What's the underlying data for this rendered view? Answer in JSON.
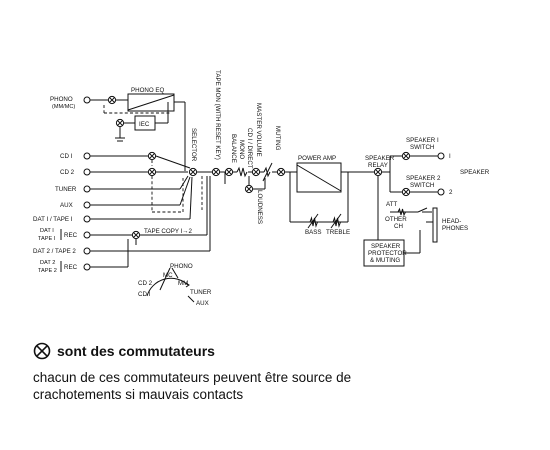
{
  "diagram": {
    "inputs": {
      "phono": "PHONO",
      "phono_sub": "(MM/MC)",
      "cd1": "CD I",
      "cd2": "CD 2",
      "tuner": "TUNER",
      "aux": "AUX",
      "dat1": "DAT I / TAPE I",
      "dat1tape": "DAT I",
      "dat1tape2": "TAPE I",
      "rec": "REC",
      "dat2": "DAT 2 / TAPE 2",
      "dat2tape": "DAT 2",
      "dat2tape2": "TAPE 2"
    },
    "blocks": {
      "phono_eq": "PHONO EQ",
      "iec": "IEC",
      "power_amp": "POWER AMP",
      "speaker_protector_1": "SPEAKER",
      "speaker_protector_2": "PROTECTOR",
      "speaker_protector_3": "& MUTING"
    },
    "vertical_labels": {
      "selector": "SELECTOR",
      "tape_mon": "TAPE MON (WITH RESET KEY)",
      "balance": "BALANCE",
      "mono": "MONO",
      "cd_direct": "CD I / DIRECT",
      "master_volume": "MASTER VOLUME",
      "muting": "MUTING",
      "loudness": "LOUDNESS"
    },
    "labels": {
      "tape_copy": "TAPE COPY I→2",
      "bass": "BASS",
      "treble": "TREBLE",
      "speaker_relay_1": "SPEAKER",
      "speaker_relay_2": "RELAY",
      "speaker1_switch_1": "SPEAKER I",
      "speaker1_switch_2": "SWITCH",
      "speaker2_switch_1": "SPEAKER 2",
      "speaker2_switch_2": "SWITCH",
      "out1": "I",
      "out2": "2",
      "speaker": "SPEAKER",
      "att": "ATT",
      "other": "OTHER",
      "ch": "CH",
      "headphones_1": "HEAD-",
      "headphones_2": "PHONES"
    },
    "rotary": {
      "phono": "PHONO",
      "mc": "MC",
      "mm": "MM",
      "cd2": "CD 2",
      "tuner": "TUNER",
      "cd1": "CD I",
      "aux": "AUX"
    }
  },
  "legend": {
    "icon": "circled-x-switch-icon",
    "text": "sont des commutateurs"
  },
  "note": {
    "line1": "chacun de ces commutateurs peuvent être source de",
    "line2": "crachotements si mauvais contacts"
  }
}
